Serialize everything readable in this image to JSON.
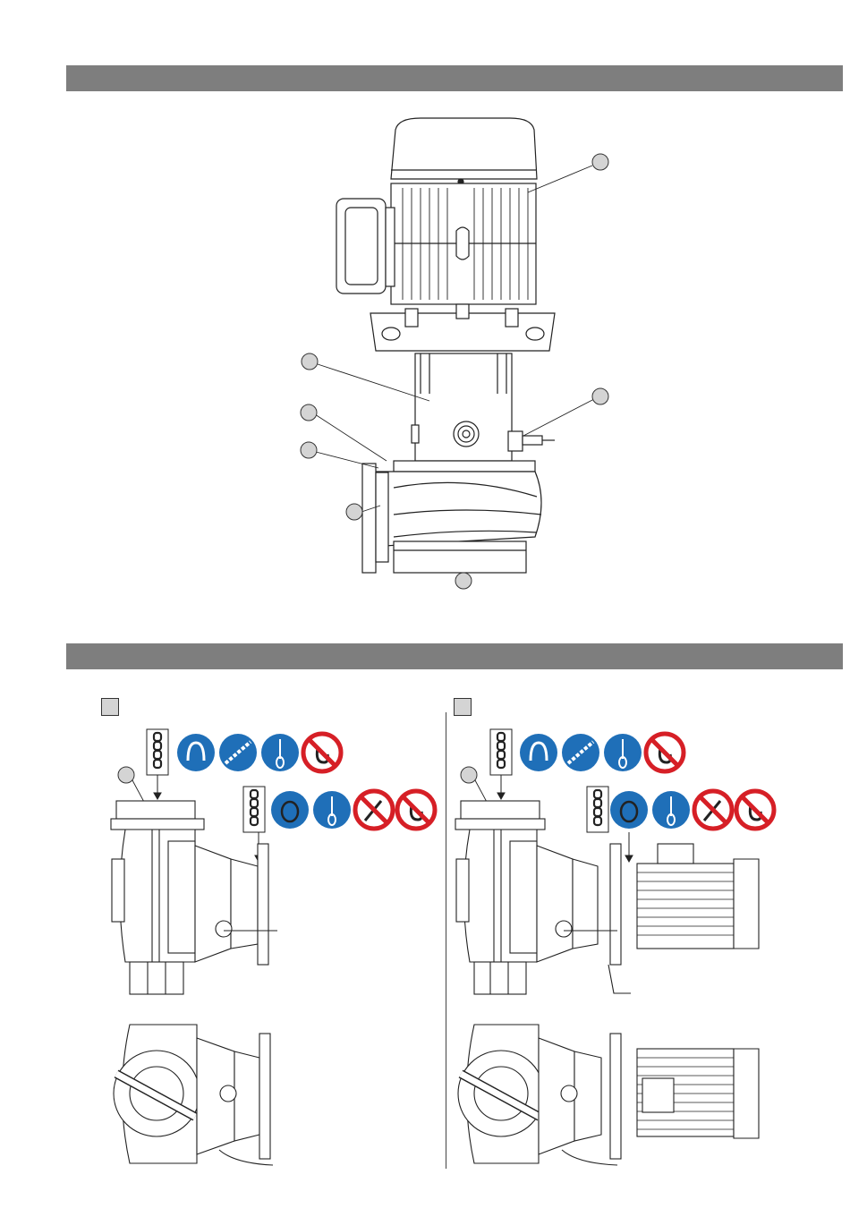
{
  "page": {
    "sections": [
      {
        "header_label": ""
      },
      {
        "header_label": ""
      }
    ]
  },
  "figure_top": {
    "callouts": [
      "",
      "",
      "",
      "",
      "",
      "",
      ""
    ]
  },
  "figure_bottom": {
    "panels": [
      {
        "box_label": "",
        "sign_row_1": [
          "chain-sign",
          "shackle-icon",
          "chain-icon",
          "rope-hook-icon",
          "no-hook-icon"
        ],
        "sign_row_2": [
          "chain-sign",
          "strap-loop-icon",
          "rope-hook-icon",
          "no-knife-icon",
          "no-hook-icon"
        ]
      },
      {
        "box_label": "",
        "sign_row_1": [
          "chain-sign",
          "shackle-icon",
          "chain-icon",
          "rope-hook-icon",
          "no-hook-icon"
        ],
        "sign_row_2": [
          "chain-sign",
          "strap-loop-icon",
          "rope-hook-icon",
          "no-knife-icon",
          "no-hook-icon"
        ]
      }
    ]
  },
  "colors": {
    "header_band": "#7e7e7e",
    "mandatory_blue": "#1f6fb8",
    "prohibition_red": "#d61f26",
    "line": "#222222"
  }
}
